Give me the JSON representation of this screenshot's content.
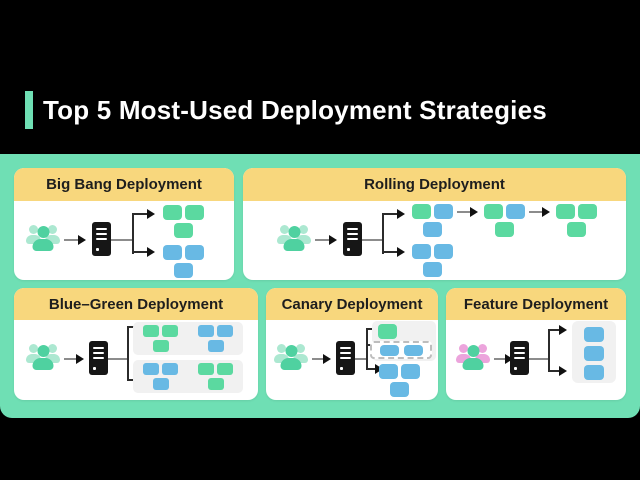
{
  "title": "Top 5 Most-Used Deployment Strategies",
  "colors": {
    "teal": "#6FDFB4",
    "yellow": "#F8D77D",
    "ink": "#1E1E1E",
    "green": "#5BD9A0",
    "blue": "#68B9E4",
    "green_front": "#4FD1A0",
    "green_light": "#ACE8D1",
    "pink": "#ECA4DC",
    "lane_gray": "#F1F1F1",
    "line_gray": "#8C8C8C",
    "line_dark": "#2B2B2B"
  },
  "icons": {
    "users": "user-group-silhouette",
    "server": "server-rack",
    "arrow": "right-arrow"
  },
  "panels": {
    "big_bang": {
      "title": "Big Bang Deployment",
      "new_group": [
        "green",
        "green",
        "green"
      ],
      "old_group": [
        "blue",
        "blue",
        "blue"
      ]
    },
    "rolling": {
      "title": "Rolling Deployment",
      "step1": [
        "green",
        "blue",
        "blue"
      ],
      "step2": [
        "green",
        "blue",
        "green"
      ],
      "step3": [
        "green",
        "green",
        "green"
      ],
      "old_group": [
        "blue",
        "blue",
        "blue"
      ]
    },
    "blue_green": {
      "title": "Blue–Green Deployment",
      "lane1_left": [
        "green",
        "green",
        "green"
      ],
      "lane1_right": [
        "blue",
        "blue",
        "blue"
      ],
      "lane2_left": [
        "blue",
        "blue",
        "blue"
      ],
      "lane2_right": [
        "green",
        "green",
        "green"
      ]
    },
    "canary": {
      "title": "Canary Deployment",
      "canary_instance": [
        "green"
      ],
      "canary_group": [
        "blue",
        "blue"
      ],
      "stable_group": [
        "blue",
        "blue",
        "blue"
      ]
    },
    "feature": {
      "title": "Feature Deployment",
      "feature_stack": [
        "blue",
        "blue",
        "blue"
      ]
    }
  }
}
